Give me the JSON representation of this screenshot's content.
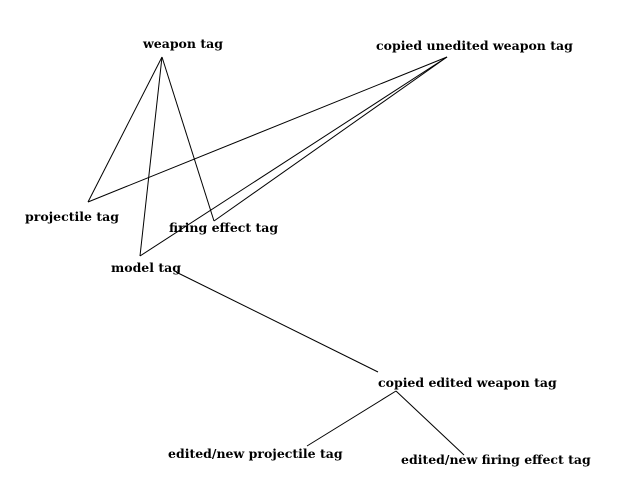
{
  "colors": {
    "background": "#ffffff",
    "line": "#000000",
    "text": "#000000"
  },
  "nodes": {
    "weapon_tag": "weapon tag",
    "copied_unedited_weapon_tag": "copied unedited weapon tag",
    "projectile_tag": "projectile tag",
    "firing_effect_tag": "firing effect tag",
    "model_tag": "model tag",
    "copied_edited_weapon_tag": "copied edited weapon tag",
    "edited_new_projectile_tag": "edited/new projectile tag",
    "edited_new_firing_effect_tag": "edited/new firing effect tag"
  },
  "edges": [
    {
      "from": "weapon_tag",
      "to": "projectile_tag"
    },
    {
      "from": "weapon_tag",
      "to": "model_tag"
    },
    {
      "from": "weapon_tag",
      "to": "firing_effect_tag"
    },
    {
      "from": "copied_unedited_weapon_tag",
      "to": "projectile_tag"
    },
    {
      "from": "copied_unedited_weapon_tag",
      "to": "model_tag"
    },
    {
      "from": "copied_unedited_weapon_tag",
      "to": "firing_effect_tag"
    },
    {
      "from": "model_tag",
      "to": "copied_edited_weapon_tag"
    },
    {
      "from": "copied_edited_weapon_tag",
      "to": "edited_new_projectile_tag"
    },
    {
      "from": "copied_edited_weapon_tag",
      "to": "edited_new_firing_effect_tag"
    }
  ]
}
